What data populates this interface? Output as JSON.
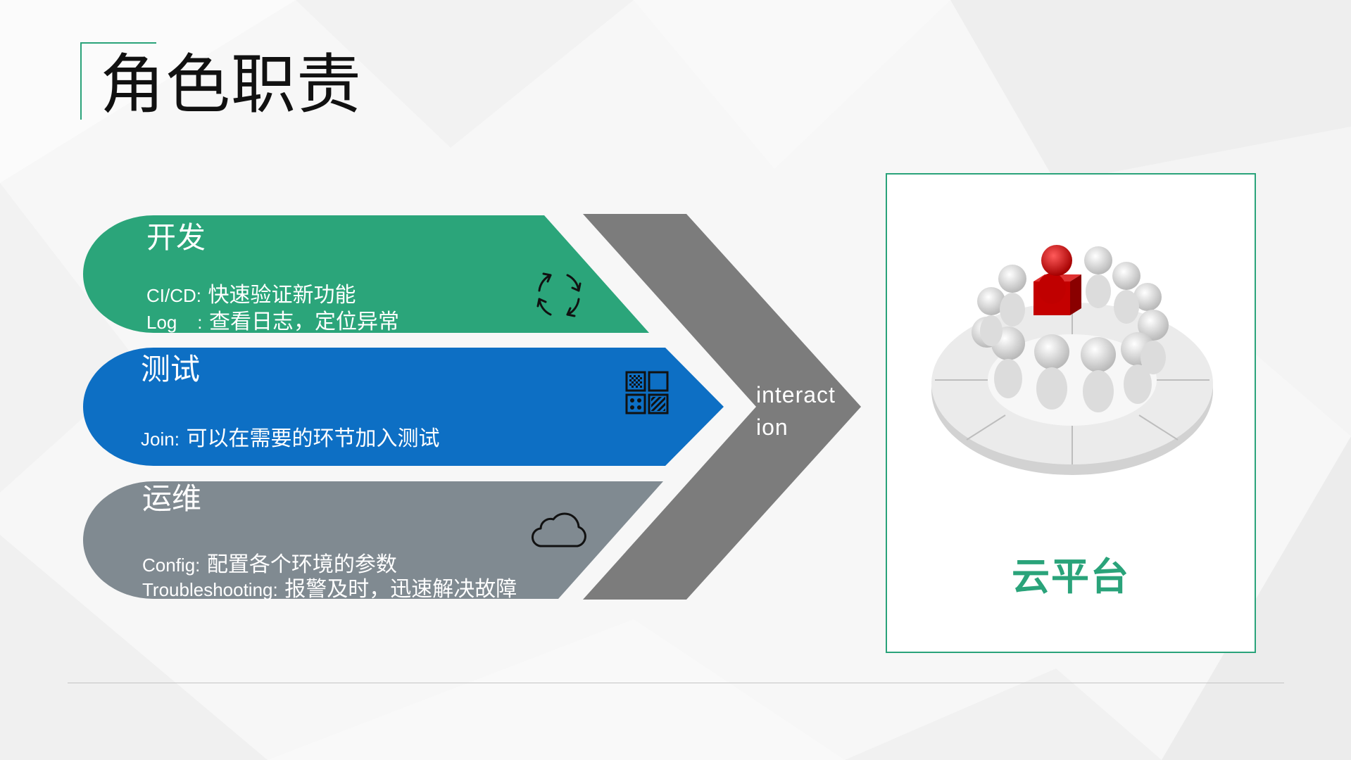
{
  "title": "角色职责",
  "colors": {
    "accent": "#2aa37a",
    "band_dev": "#2ba57a",
    "band_test": "#0d6fc4",
    "band_ops": "#808a91",
    "chevron": "#7c7c7c"
  },
  "bands": [
    {
      "heading": "开发",
      "icon": "refresh-cycle-icon",
      "lines": [
        {
          "key": "CI/CD:",
          "text": " 快速验证新功能"
        },
        {
          "key": "Log    :",
          "text": " 查看日志，定位异常"
        }
      ]
    },
    {
      "heading": "测试",
      "icon": "grid-app-icon",
      "lines": [
        {
          "key": "Join:",
          "text": " 可以在需要的环节加入测试"
        }
      ]
    },
    {
      "heading": "运维",
      "icon": "cloud-icon",
      "lines": [
        {
          "key": "Config:",
          "text": " 配置各个环境的参数"
        },
        {
          "key": "Troubleshooting:",
          "text": " 报警及时，迅速解决故障"
        }
      ]
    }
  ],
  "interaction_label": [
    "interact",
    "ion"
  ],
  "cloud_card": {
    "caption": "云平台",
    "image": "team-meeting-figures-illustration"
  }
}
